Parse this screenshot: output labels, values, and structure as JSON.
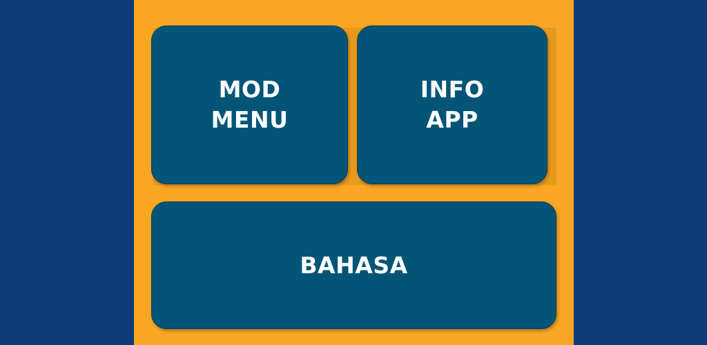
{
  "menu": {
    "mod_menu": {
      "line1": "MOD",
      "line2": "MENU"
    },
    "info_app": {
      "line1": "INFO",
      "line2": "APP"
    },
    "bahasa": {
      "label": "BAHASA"
    }
  },
  "colors": {
    "background": "#0c3b78",
    "panel": "#f8a624",
    "tile": "#025577",
    "text": "#ffffff"
  }
}
